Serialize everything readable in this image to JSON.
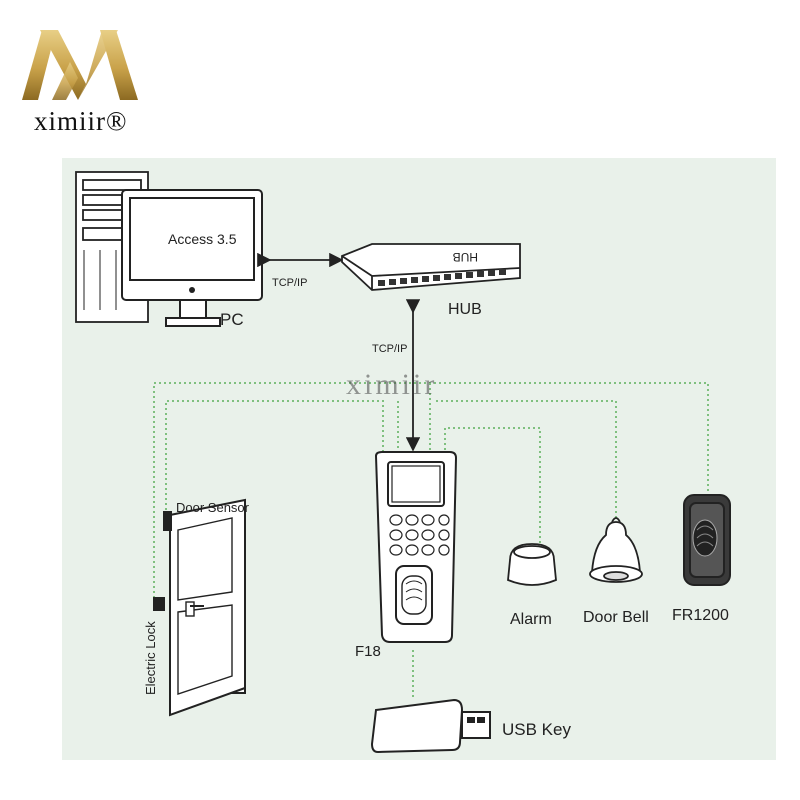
{
  "brand": {
    "logo_text": "ximiir®",
    "watermark": "ximiir",
    "colors": {
      "gold": "#c9a24a",
      "panel": "#e9f1ea",
      "wire": "#7fc07f"
    }
  },
  "nodes": {
    "pc": {
      "label": "PC",
      "screen_text": "Access 3.5"
    },
    "hub": {
      "label": "HUB",
      "device_text": "HUB"
    },
    "f18": {
      "label": "F18"
    },
    "alarm": {
      "label": "Alarm"
    },
    "door_bell": {
      "label": "Door Bell"
    },
    "fr1200": {
      "label": "FR1200"
    },
    "usb_key": {
      "label": "USB Key"
    },
    "door_sensor": {
      "label": "Door Sensor"
    },
    "electric_lock": {
      "label": "Electric Lock"
    }
  },
  "connections": {
    "pc_hub": "TCP/IP",
    "hub_f18": "TCP/IP"
  }
}
